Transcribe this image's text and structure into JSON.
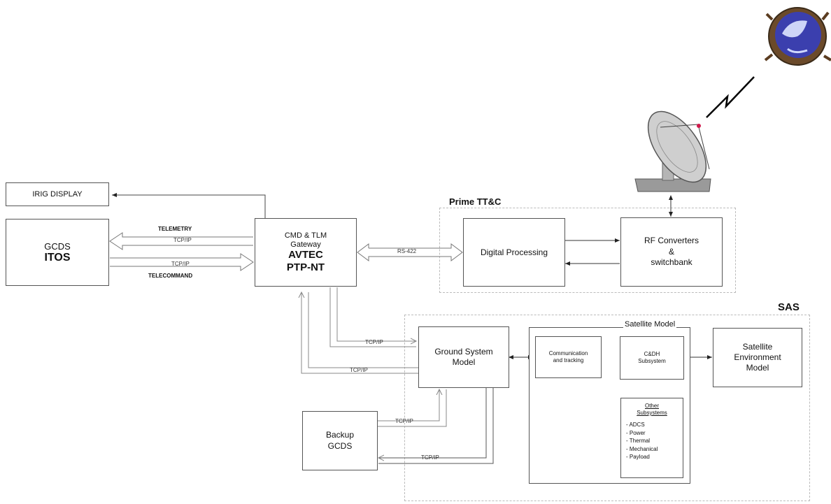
{
  "irig_display": "IRIG DISPLAY",
  "gcds_itos": {
    "line1": "GCDS",
    "line2": "ITOS"
  },
  "gateway": {
    "line1": "CMD & TLM",
    "line2": "Gateway",
    "line3": "AVTEC",
    "line4": "PTP-NT"
  },
  "link_labels": {
    "telemetry": "TELEMETRY",
    "tcpip_tm": "TCP/IP",
    "tcpip_cmd": "TCP/IP",
    "telecommand": "TELECOMMAND",
    "rs422": "RS-422",
    "tcpip_gs1": "TCP/IP",
    "tcpip_gs2": "TCP/IP",
    "tcpip_b1": "TCP/IP",
    "tcpip_b2": "TCP/IP"
  },
  "prime_ttc": {
    "title": "Prime TT&C",
    "digital_processing": "Digital Processing",
    "rf": {
      "line1": "RF Converters",
      "line2": "&",
      "line3": "switchbank"
    }
  },
  "sas": {
    "title": "SAS",
    "ground_system_model": {
      "line1": "Ground System",
      "line2": "Model"
    },
    "backup_gcds": {
      "line1": "Backup",
      "line2": "GCDS"
    },
    "satellite_model": {
      "title": "Satellite Model",
      "comm_tracking": {
        "line1": "Communication",
        "line2": "and tracking"
      },
      "cdh": {
        "line1": "C&DH",
        "line2": "Subsystem"
      },
      "other_subsystems": {
        "title_line1": "Other",
        "title_line2": "Subsystems",
        "items": [
          "- ADCS",
          "- Power",
          "- Thermal",
          "- Mechanical",
          "- Payload"
        ]
      }
    },
    "satellite_environment_model": {
      "line1": "Satellite",
      "line2": "Environment",
      "line3": "Model"
    }
  },
  "icons": [
    "satellite-icon",
    "dish-antenna-icon",
    "lightning-signal-icon"
  ]
}
